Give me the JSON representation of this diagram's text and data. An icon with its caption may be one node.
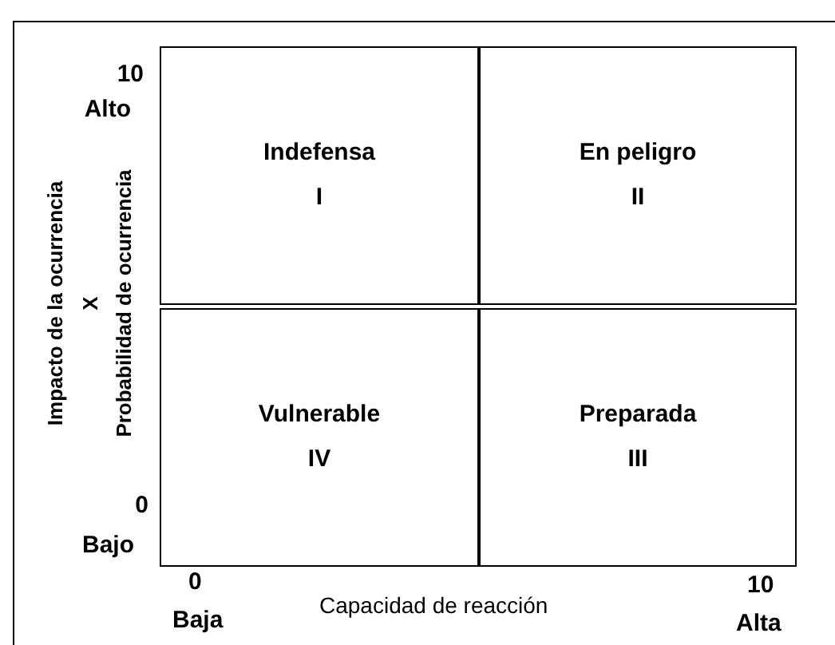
{
  "diagram": {
    "nodes": [
      {
        "text": [
          "Indefensa",
          "I"
        ]
      },
      {
        "text": [
          "En peligro",
          "II"
        ]
      },
      {
        "text": [
          "Vulnerable",
          "IV"
        ]
      },
      {
        "text": [
          "Preparada",
          "III"
        ]
      }
    ],
    "labels": [
      "10",
      "Alto",
      "Impacto de la ocurrencia",
      "X",
      "Probabilidad de ocurrencia",
      "0",
      "Bajo",
      "0",
      "Baja",
      "Capacidad de reacción",
      "10",
      "Alta"
    ]
  }
}
